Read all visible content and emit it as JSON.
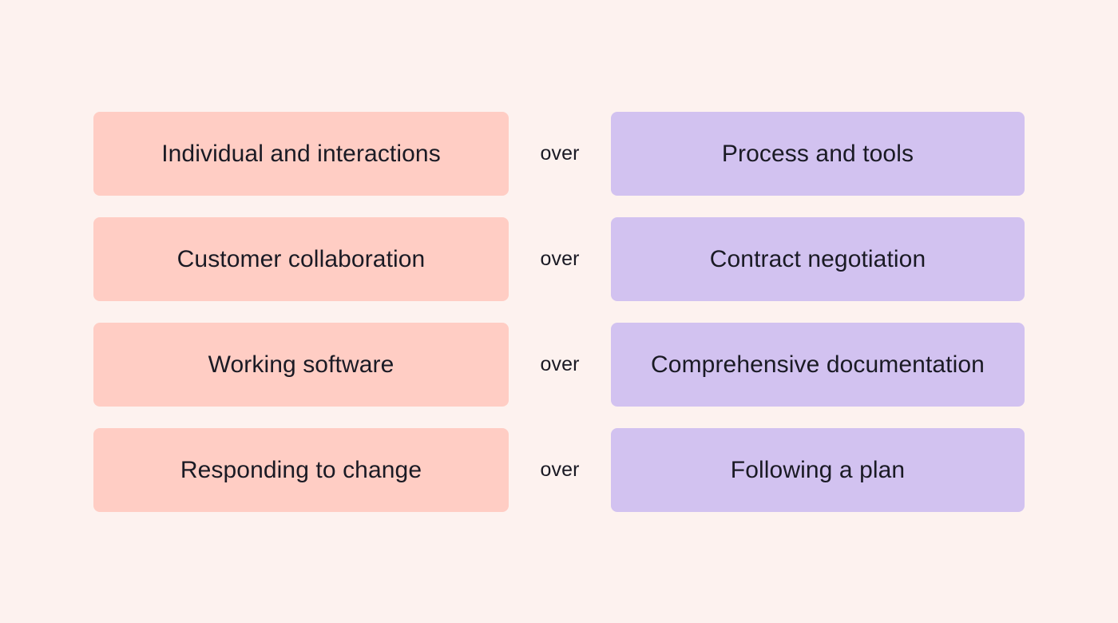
{
  "canvas": {
    "background_color": "#FDF2EF",
    "text_color": "#1A1A24",
    "preferred_color": "#FFCDC4",
    "lesser_color": "#D2C2F0"
  },
  "connector": {
    "label": "over"
  },
  "rows": [
    {
      "preferred": "Individual and interactions",
      "lesser": "Process and tools",
      "connector": "over"
    },
    {
      "preferred": "Customer collaboration",
      "lesser": "Contract negotiation",
      "connector": "over"
    },
    {
      "preferred": "Working software",
      "lesser": "Comprehensive documentation",
      "connector": "over"
    },
    {
      "preferred": "Responding to change",
      "lesser": "Following a plan",
      "connector": "over"
    }
  ]
}
